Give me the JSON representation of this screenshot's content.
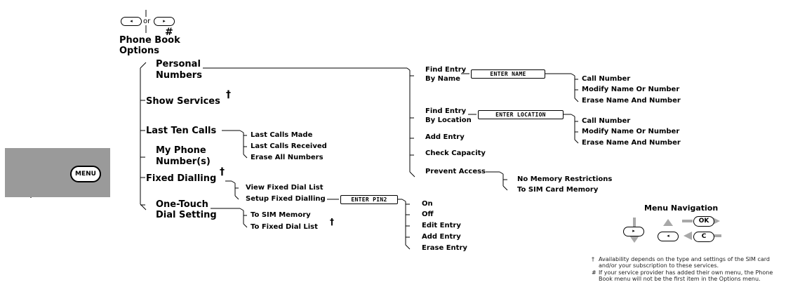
{
  "top": {
    "or_text": "or",
    "title": "Phone Book",
    "title_mark": "#",
    "subtitle": "Options"
  },
  "phone": {
    "menu_label": "MENU"
  },
  "menu": {
    "personal": "Personal",
    "numbers": "Numbers",
    "show_services": "Show Services",
    "show_services_mark": "†",
    "last_ten_calls": "Last Ten Calls",
    "my_phone": "My Phone",
    "numbers_s": "Number(s)",
    "fixed_dialling": "Fixed Dialling",
    "fixed_dialling_mark": "†",
    "one_touch": "One-Touch",
    "dial_setting": "Dial Setting"
  },
  "last_calls": [
    "Last Calls Made",
    "Last Calls Received",
    "Erase All Numbers"
  ],
  "fixed": {
    "view": "View Fixed Dial List",
    "setup": "Setup Fixed Dialling"
  },
  "pin_box": "ENTER PIN2",
  "pin_options": [
    "On",
    "Off",
    "Edit Entry",
    "Add Entry",
    "Erase Entry"
  ],
  "one_touch_opts": {
    "sim": "To SIM Memory",
    "fixed": "To Fixed Dial List",
    "fixed_mark": "†"
  },
  "personal_opts": {
    "find_name_1": "Find Entry",
    "find_name_2": "By Name",
    "find_loc_1": "Find Entry",
    "find_loc_2": "By Location",
    "add_entry": "Add Entry",
    "check_capacity": "Check Capacity",
    "prevent_access": "Prevent Access"
  },
  "enter_name_box": "ENTER NAME",
  "enter_location_box": "ENTER LOCATION",
  "name_opts": [
    "Call Number",
    "Modify Name Or Number",
    "Erase Name And Number"
  ],
  "loc_opts": [
    "Call Number",
    "Modify Name Or Number",
    "Erase Name And Number"
  ],
  "prevent_opts": [
    "No Memory Restrictions",
    "To SIM Card Memory"
  ],
  "nav": {
    "title": "Menu Navigation",
    "ok": "OK",
    "c": "C"
  },
  "footnotes": {
    "dagger_mark": "†",
    "dagger_1": "Availability depends on the type and settings of the SIM card",
    "dagger_2": "and/or your subscription to these services.",
    "hash_mark": "#",
    "hash_1": "If your service provider has added their own menu, the Phone",
    "hash_2": "Book menu will not be the first item in the Options menu."
  }
}
